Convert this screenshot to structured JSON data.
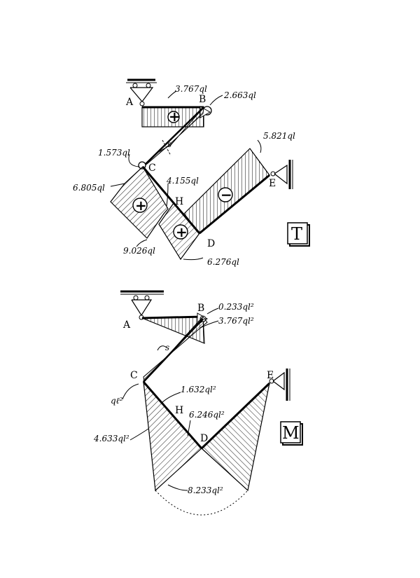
{
  "diagram_T": {
    "nodes": {
      "A": "A",
      "B": "B",
      "C": "C",
      "D": "D",
      "E": "E",
      "H": "H",
      "S": "s"
    },
    "values": {
      "v1": "3.767ql",
      "v2": "2.663ql",
      "v3": "1.573ql",
      "v4": "5.821ql",
      "v5": "4.155ql",
      "v6": "6.805ql",
      "v7": "9.026ql",
      "v8": "6.276ql"
    },
    "signs": {
      "plus": "+",
      "minus": "−"
    },
    "box_label": "T"
  },
  "diagram_M": {
    "nodes": {
      "A": "A",
      "B": "B",
      "C": "C",
      "D": "D",
      "E": "E",
      "H": "H",
      "S": "s"
    },
    "values": {
      "m1": "0.233ql²",
      "m2": "3.767ql²",
      "m3": "qℓ²",
      "m4": "1.632ql²",
      "m5": "6.246ql²",
      "m6": "4.633ql²",
      "m7": "8.233ql²"
    },
    "box_label": "M"
  },
  "colors": {
    "ink": "#000000",
    "paper": "#ffffff"
  }
}
